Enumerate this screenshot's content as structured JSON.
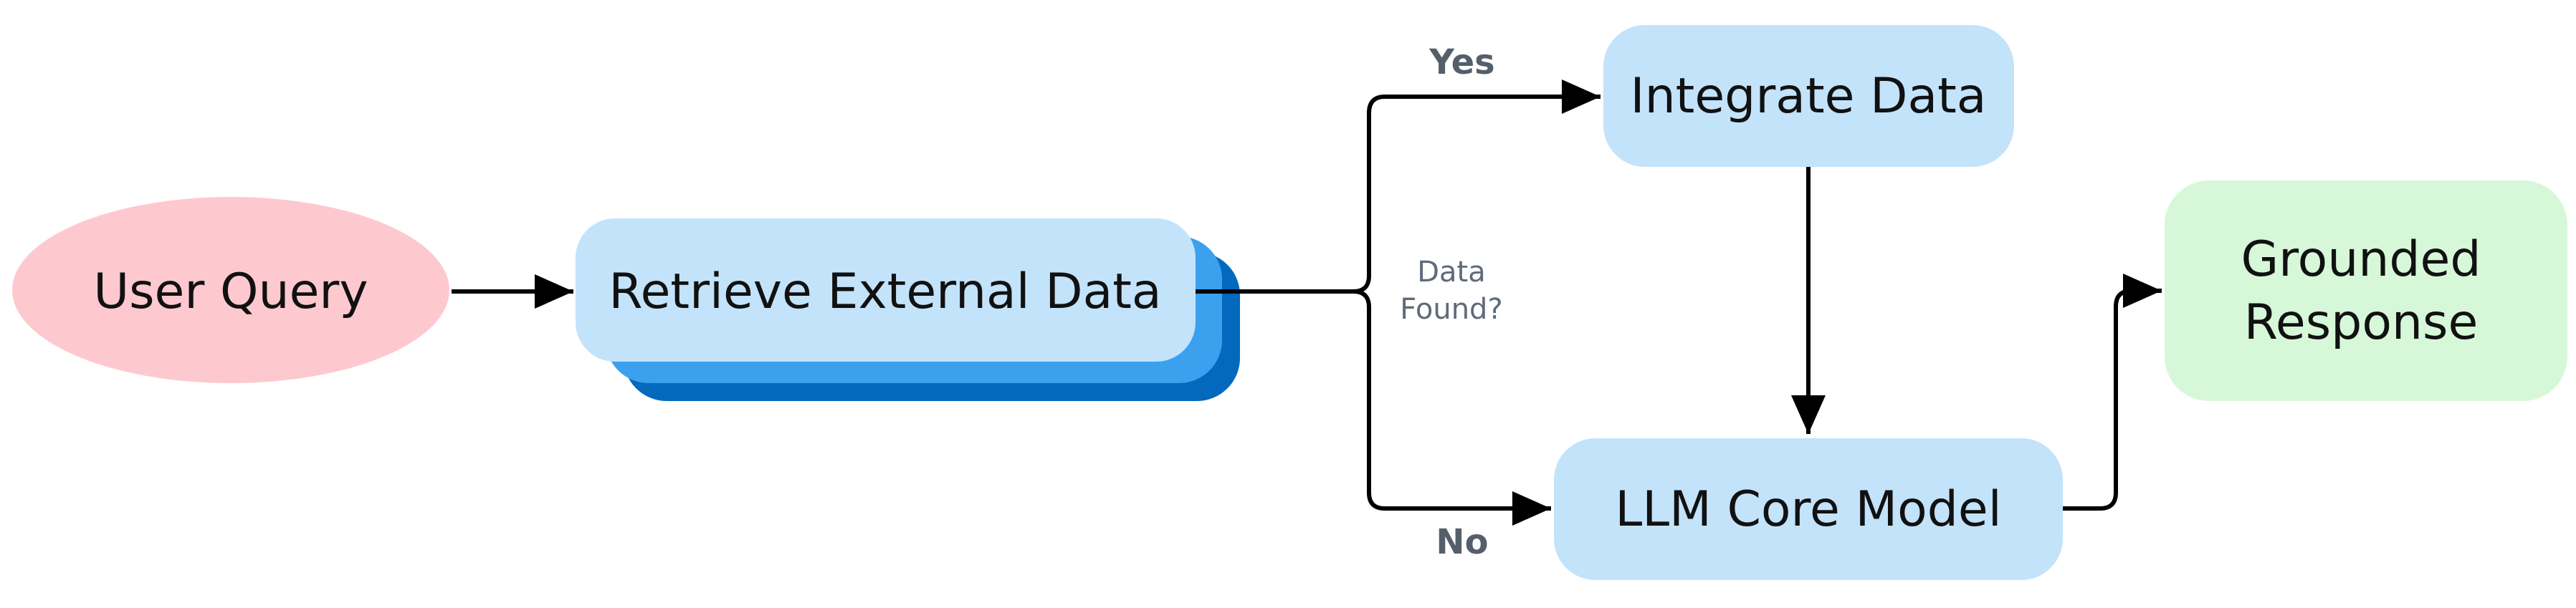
{
  "nodes": {
    "user_query": {
      "label": "User Query",
      "fill": "#fdc9cf"
    },
    "retrieve": {
      "label": "Retrieve External Data",
      "fill": "#c3e3fb",
      "stack_fill_1": "#3ba1ee",
      "stack_fill_2": "#0369bd"
    },
    "integrate": {
      "label": "Integrate Data",
      "fill": "#c3e3fb"
    },
    "llm": {
      "label": "LLM Core Model",
      "fill": "#c3e3fb"
    },
    "grounded": {
      "label_line1": "Grounded",
      "label_line2": "Response",
      "fill": "#d6f8d9"
    }
  },
  "decision": {
    "question_line1": "Data",
    "question_line2": "Found?",
    "yes_label": "Yes",
    "no_label": "No"
  },
  "colors": {
    "edge": "#000000"
  }
}
